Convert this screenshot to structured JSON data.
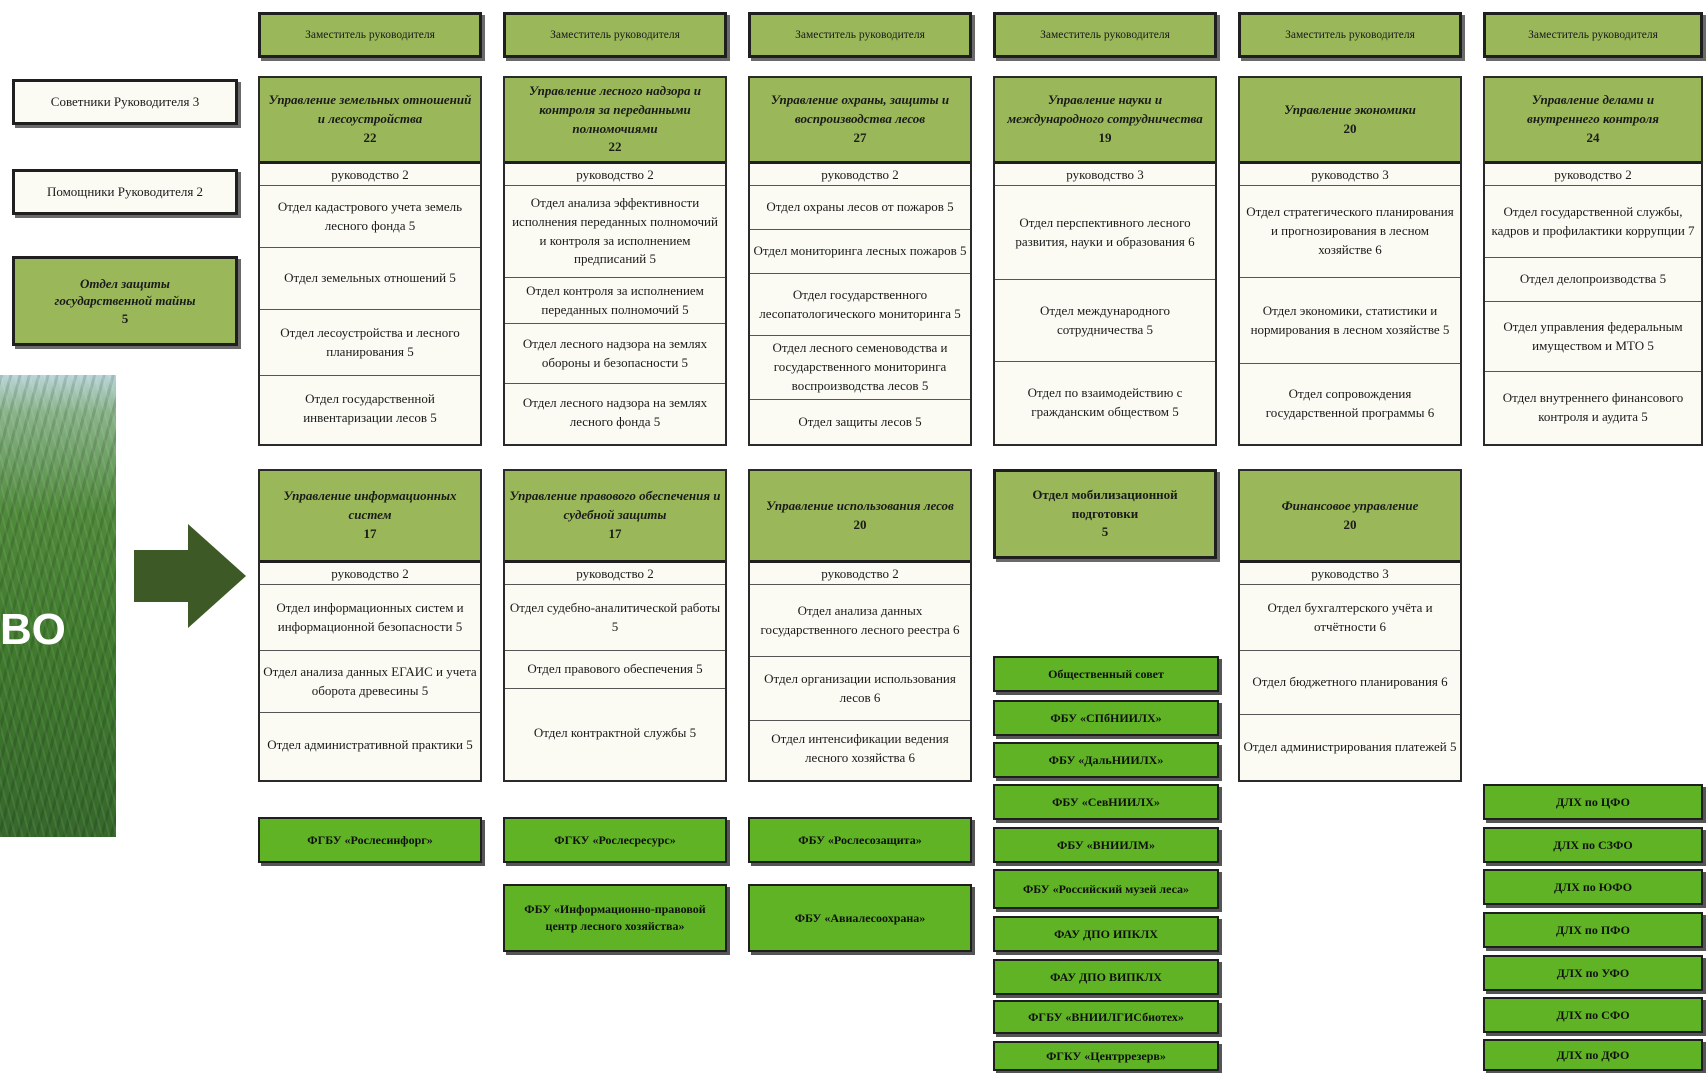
{
  "left": {
    "advisors": "Советники Руководителя 3",
    "assistants": "Помощники Руководителя 2",
    "secret_dept": {
      "title": "Отдел защиты государственной тайны",
      "count": "5"
    },
    "banner_text": "ВО"
  },
  "deputies": [
    "Заместитель руководителя",
    "Заместитель руководителя",
    "Заместитель руководителя",
    "Заместитель руководителя",
    "Заместитель руководителя",
    "Заместитель руководителя"
  ],
  "top_depts": [
    {
      "title": "Управление земельных отношений и лесоустройства",
      "count": "22",
      "lead": "руководство 2",
      "rows": [
        "Отдел кадастрового учета земель лесного фонда 5",
        "Отдел земельных отношений 5",
        "Отдел лесоустройства и лесного планирования 5",
        "Отдел государственной инвентаризации лесов 5"
      ]
    },
    {
      "title": "Управление лесного надзора и контроля за переданными полномочиями",
      "count": "22",
      "lead": "руководство 2",
      "rows": [
        "Отдел анализа эффективности исполнения переданных полномочий и контроля за исполнением предписаний 5",
        "Отдел контроля за исполнением переданных полномочий 5",
        "Отдел лесного надзора на землях обороны и безопасности 5",
        "Отдел лесного надзора на землях лесного фонда 5"
      ]
    },
    {
      "title": "Управление охраны, защиты и воспроизводства лесов",
      "count": "27",
      "lead": "руководство 2",
      "rows": [
        "Отдел охраны лесов от пожаров 5",
        "Отдел мониторинга лесных пожаров 5",
        "Отдел государственного лесопатологического мониторинга 5",
        "Отдел лесного семеноводства и государственного мониторинга воспроизводства лесов 5",
        "Отдел защиты лесов 5"
      ]
    },
    {
      "title": "Управление науки и международного сотрудничества",
      "count": "19",
      "lead": "руководство 3",
      "rows": [
        "Отдел перспективного лесного развития, науки и образования 6",
        "Отдел международного сотрудничества 5",
        "Отдел по взаимодействию с гражданским обществом 5"
      ]
    },
    {
      "title": "Управление экономики",
      "count": "20",
      "lead": "руководство 3",
      "rows": [
        "Отдел стратегического планирования и прогнозирования в лесном хозяйстве 6",
        "Отдел экономики, статистики и нормирования в лесном хозяйстве 5",
        "Отдел сопровождения государственной программы 6"
      ]
    },
    {
      "title": "Управление делами и внутреннего контроля",
      "count": "24",
      "lead": "руководство 2",
      "rows": [
        "Отдел государственной службы, кадров и профилактики коррупции 7",
        "Отдел делопроизводства 5",
        "Отдел управления федеральным имуществом и МТО 5",
        "Отдел внутреннего финансового контроля и аудита 5"
      ]
    }
  ],
  "bottom_depts": [
    {
      "title": "Управление информационных систем",
      "count": "17",
      "lead": "руководство 2",
      "rows": [
        "Отдел информационных систем и информационной безопасности 5",
        "Отдел анализа данных ЕГАИС и учета оборота древесины 5",
        "Отдел административной практики 5"
      ]
    },
    {
      "title": "Управление правового обеспечения и судебной защиты",
      "count": "17",
      "lead": "руководство 2",
      "rows": [
        "Отдел судебно-аналитической работы 5",
        "Отдел правового обеспечения 5",
        "Отдел контрактной службы 5"
      ]
    },
    {
      "title": "Управление использования лесов",
      "count": "20",
      "lead": "руководство 2",
      "rows": [
        "Отдел анализа данных государственного лесного реестра 6",
        "Отдел организации использования лесов 6",
        "Отдел интенсификации ведения лесного хозяйства 6"
      ]
    },
    {
      "title": "Финансовое управление",
      "count": "20",
      "lead": "руководство 3",
      "rows": [
        "Отдел бухгалтерского учёта и отчётности 6",
        "Отдел бюджетного планирования 6",
        "Отдел администрирования платежей 5"
      ]
    }
  ],
  "mobilization": {
    "title": "Отдел мобилизационной подготовки",
    "count": "5"
  },
  "orgs": {
    "col1": [
      "ФГБУ «Рослесинфорг»"
    ],
    "col2": [
      "ФГКУ «Рослесресурс»",
      "ФБУ «Информационно-правовой центр лесного хозяйства»"
    ],
    "col3": [
      "ФБУ «Рослесозащита»",
      "ФБУ «Авиалесоохрана»"
    ],
    "col4": [
      "Общественный совет",
      "ФБУ «СПбНИИЛХ»",
      "ФБУ «ДальНИИЛХ»",
      "ФБУ «СевНИИЛХ»",
      "ФБУ «ВНИИЛМ»",
      "ФБУ «Российский музей леса»",
      "ФАУ ДПО ИПКЛХ",
      "ФАУ ДПО ВИПКЛХ",
      "ФГБУ «ВНИИЛГИСбиотех»",
      "ФГКУ «Центррезерв»"
    ],
    "col6": [
      "ДЛХ по ЦФО",
      "ДЛХ по СЗФО",
      "ДЛХ по ЮФО",
      "ДЛХ по ПФО",
      "ДЛХ по УФО",
      "ДЛХ по СФО",
      "ДЛХ по ДФО"
    ]
  },
  "colors": {
    "header_green": "#9ab85a",
    "org_green": "#5fb324",
    "arrow": "#3d5a26",
    "cell_bg": "#fbfbf3"
  }
}
